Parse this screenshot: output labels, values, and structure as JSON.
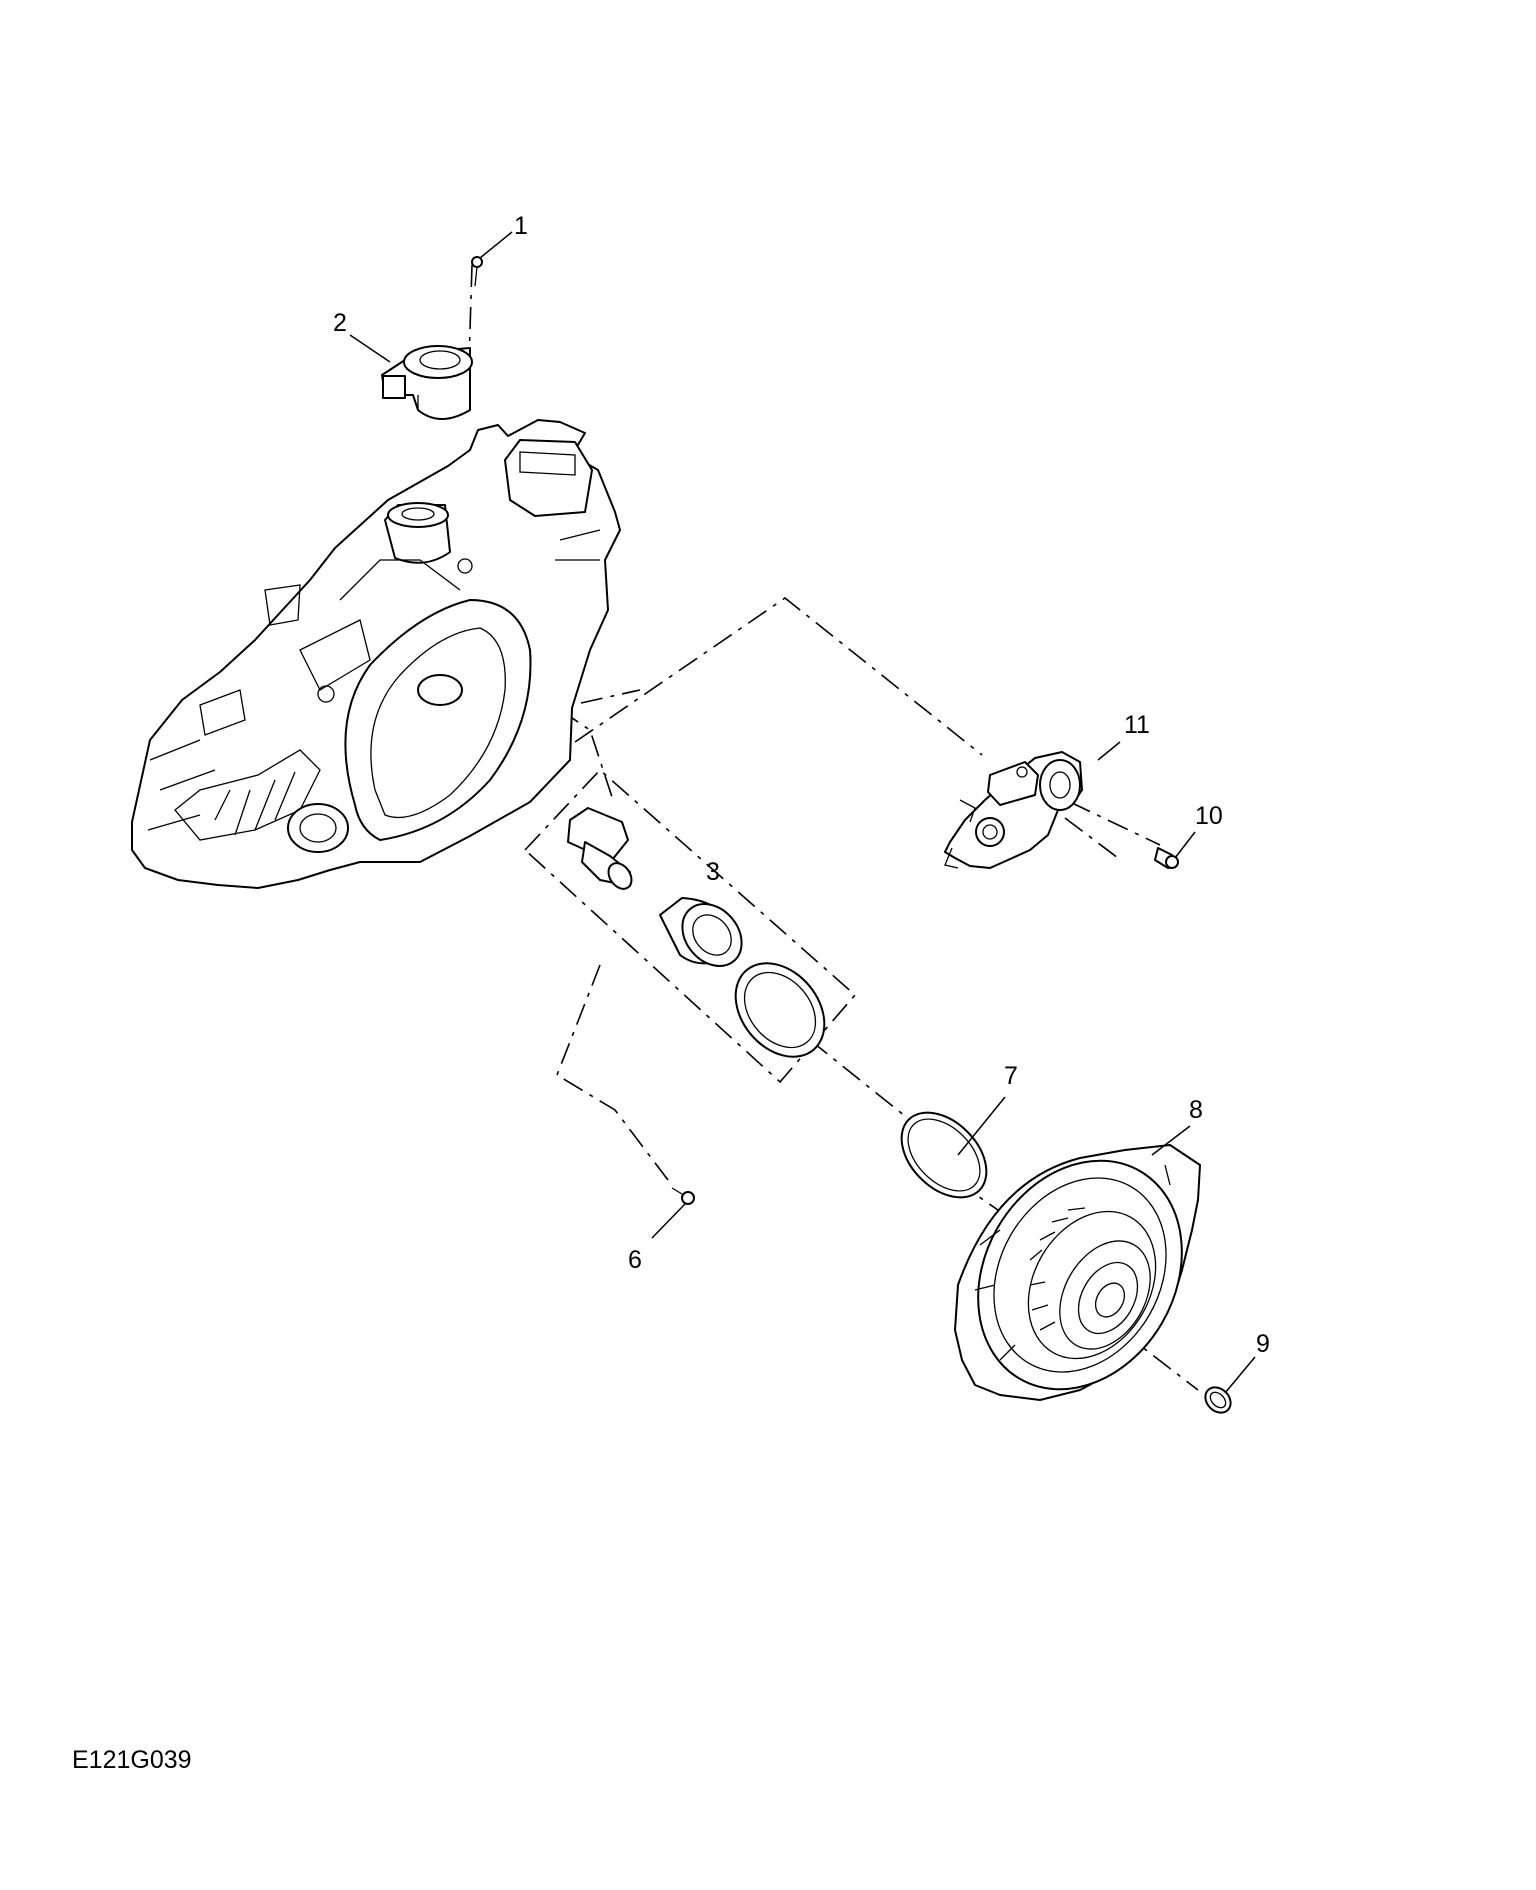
{
  "figure_id": "E121G039",
  "callouts": [
    {
      "id": "c1",
      "label": "1"
    },
    {
      "id": "c2",
      "label": "2"
    },
    {
      "id": "c3",
      "label": "3"
    },
    {
      "id": "c6",
      "label": "6"
    },
    {
      "id": "c7",
      "label": "7"
    },
    {
      "id": "c8",
      "label": "8"
    },
    {
      "id": "c9",
      "label": "9"
    },
    {
      "id": "c10",
      "label": "10"
    },
    {
      "id": "c11",
      "label": "11"
    }
  ]
}
